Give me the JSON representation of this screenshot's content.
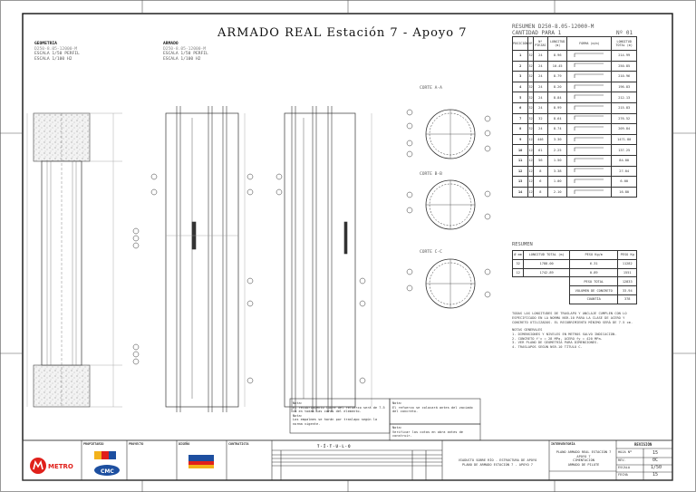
{
  "sheet": {
    "title": "ARMADO REAL Estación 7 - Apoyo 7",
    "left_label": {
      "name": "GEOMETRIA",
      "code": "D250-8.05-12000-M",
      "scale1": "ESCALA 1/50 PERFIL",
      "scale2": "ESCALA 1/100 H2"
    },
    "mid_label": {
      "name": "ARMADO",
      "code": "D250-8.05-12000-M",
      "scale1": "ESCALA 1/50 PERFIL",
      "scale2": "ESCALA 1/100 H2"
    },
    "sections": [
      "CORTE A-A",
      "CORTE B-B",
      "CORTE C-C"
    ]
  },
  "bar_schedule": {
    "title": "RESUMEN D250-8.05-12000-M",
    "subtitle": "CANTIDAD PARA 1",
    "unit_label": "Nº 01",
    "headers": [
      "POSICIÓN",
      "Nº",
      "Nº PIEZAS",
      "LONGITUD (m)",
      "FORMA (m/m)",
      "LONGITUD TOTAL (m)"
    ],
    "rows": [
      {
        "pos": "1",
        "d": "32",
        "n": "24",
        "len": "8.96",
        "total": "214.99"
      },
      {
        "pos": "2",
        "d": "32",
        "n": "24",
        "len": "10.45",
        "total": "250.85"
      },
      {
        "pos": "3",
        "d": "32",
        "n": "24",
        "len": "8.79",
        "total": "210.96"
      },
      {
        "pos": "4",
        "d": "32",
        "n": "24",
        "len": "8.20",
        "total": "196.83"
      },
      {
        "pos": "5",
        "d": "32",
        "n": "24",
        "len": "8.84",
        "total": "212.13"
      },
      {
        "pos": "6",
        "d": "32",
        "n": "24",
        "len": "8.99",
        "total": "215.83"
      },
      {
        "pos": "7",
        "d": "32",
        "n": "32",
        "len": "8.64",
        "total": "276.52"
      },
      {
        "pos": "8",
        "d": "32",
        "n": "24",
        "len": "8.74",
        "total": "209.84"
      },
      {
        "pos": "9",
        "d": "12",
        "n": "446",
        "len": "3.30",
        "total": "1471.80"
      },
      {
        "pos": "10",
        "d": "12",
        "n": "61",
        "len": "2.25",
        "total": "137.25"
      },
      {
        "pos": "11",
        "d": "12",
        "n": "56",
        "len": "1.50",
        "total": "84.00"
      },
      {
        "pos": "12",
        "d": "12",
        "n": "8",
        "len": "3.38",
        "total": "27.04"
      },
      {
        "pos": "13",
        "d": "12",
        "n": "6",
        "len": "1.00",
        "total": "6.00"
      },
      {
        "pos": "14",
        "d": "12",
        "n": "8",
        "len": "2.10",
        "total": "16.80"
      }
    ]
  },
  "summary": {
    "title": "RESUMEN",
    "headers": [
      "Ø mm",
      "LONGITUD TOTAL (m)",
      "PESO Kg/m",
      "PESO Kg"
    ],
    "rows": [
      [
        "32",
        "1788.00",
        "6.31",
        "11282"
      ],
      [
        "12",
        "1742.89",
        "0.89",
        "1551"
      ]
    ],
    "total_label": "PESO TOTAL",
    "total": "12833",
    "vol_label": "VOLUMEN DE CONCRETO",
    "vol": "33.94",
    "ratio_label": "CUANTÍA",
    "ratio": "378"
  },
  "notes": {
    "para": "TODAS LAS LONGITUDES DE TRASLAPO Y ANCLAJE CUMPLEN CON LO ESPECIFICADO EN LA NORMA NSR-10 PARA LA CLASE DE ACERO Y CONCRETO UTILIZADOS. EL RECUBRIMIENTO MÍNIMO SERÁ DE 7.5 cm.",
    "heading": "NOTAS GENERALES",
    "items": [
      "1. DIMENSIONES Y NIVELES EN METROS SALVO INDICACIÓN.",
      "2. CONCRETO f'c = 28 MPa, ACERO fy = 420 MPa.",
      "3. VER PLANO DE GEOMETRÍA PARA DIMENSIONES.",
      "4. TRASLAPOS SEGÚN NSR-10 TÍTULO C."
    ]
  },
  "boxes": {
    "note1_title": "Nota:",
    "note1_text": "El recubrimiento libre del refuerzo será de 7.5 cm en todas las caras del elemento.",
    "note2_title": "Nota:",
    "note2_text": "Los empalmes se harán por traslapo según la norma vigente.",
    "note3_title": "Nota:",
    "note3_text": "El refuerzo se colocará antes del vaciado del concreto.",
    "note4_title": "Nota:",
    "note4_text": "Verificar las cotas en obra antes de construir."
  },
  "title_block": {
    "h_owner": "PROPIETARIO",
    "h_project": "PROYECTO",
    "h_design": "DISEÑO",
    "h_review": "REVISIÓN",
    "h_contractor": "CONTRATISTA",
    "h_interventor": "INTERVENTORÍA",
    "logo1": "METRO",
    "logo2": "CMC",
    "mid_title": "T·Í·T·U·L·O",
    "desc_line1": "VIADUCTO SOBRE RÍO - ESTRUCTURA DE APOYO",
    "desc_line2": "PLANO DE ARMADO ESTACIÓN 7 - APOYO 7",
    "right_title": "PLANO ARMADO REAL ESTACIÓN 7",
    "right_sub1": "APOYO 7",
    "right_sub2": "CIMENTACIÓN",
    "right_sub3": "ARMADO DE PILOTE",
    "rev_header": "REVISIÓN",
    "sheet_lbl": "HOJA Nº",
    "sheet_no": "15",
    "rev_lbl": "REV.",
    "rev_no": "0C",
    "scale_lbl": "ESCALA",
    "scale_no": "1/50",
    "date_lbl": "FECHA",
    "date_no": "15"
  }
}
